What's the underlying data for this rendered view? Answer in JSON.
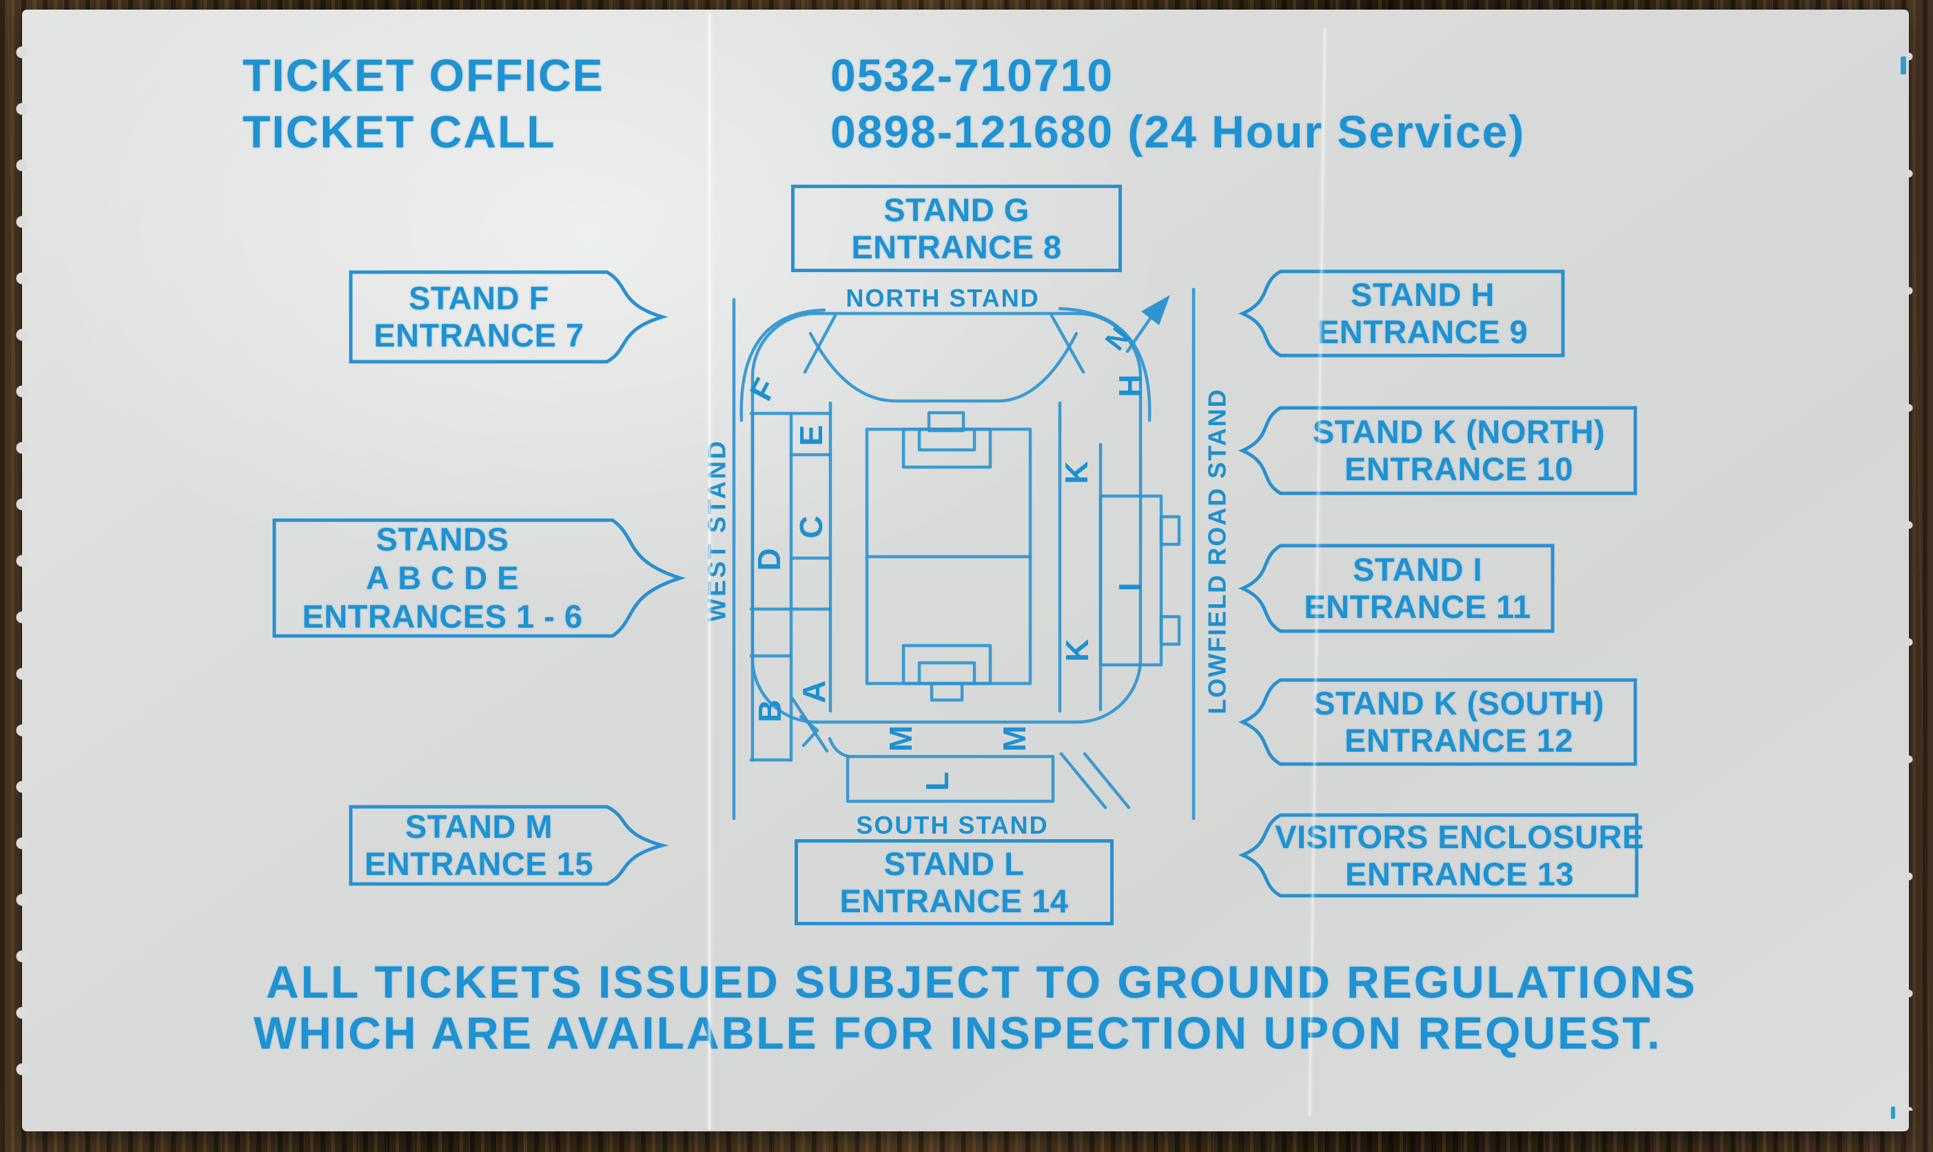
{
  "header": {
    "office_label": "TICKET OFFICE",
    "office_phone": "0532-710710",
    "call_label": "TICKET CALL",
    "call_phone": "0898-121680 (24 Hour Service)"
  },
  "labels": {
    "stand_g": {
      "lines": [
        "STAND G",
        "ENTRANCE 8"
      ]
    },
    "stand_f": {
      "lines": [
        "STAND F",
        "ENTRANCE 7"
      ]
    },
    "stands_abcde": {
      "lines": [
        "STANDS",
        "A B C D E",
        "ENTRANCES 1 - 6"
      ]
    },
    "stand_m": {
      "lines": [
        "STAND M",
        "ENTRANCE 15"
      ]
    },
    "stand_h": {
      "lines": [
        "STAND H",
        "ENTRANCE 9"
      ]
    },
    "stand_k_north": {
      "lines": [
        "STAND K (NORTH)",
        "ENTRANCE 10"
      ]
    },
    "stand_i": {
      "lines": [
        "STAND I",
        "ENTRANCE 11"
      ]
    },
    "stand_k_south": {
      "lines": [
        "STAND K (SOUTH)",
        "ENTRANCE 12"
      ]
    },
    "visitors": {
      "lines": [
        "VISITORS ENCLOSURE",
        "ENTRANCE 13"
      ]
    },
    "stand_l": {
      "lines": [
        "STAND L",
        "ENTRANCE 14"
      ]
    }
  },
  "map": {
    "north_stand": "NORTH STAND",
    "south_stand": "SOUTH STAND",
    "west_stand": "WEST STAND",
    "east_stand": "LOWFIELD ROAD STAND",
    "north_marker": "N",
    "sections": [
      "F",
      "E",
      "C",
      "D",
      "B",
      "A",
      "M",
      "M",
      "L",
      "H",
      "K",
      "K",
      "I"
    ]
  },
  "footer": {
    "line1": "ALL TICKETS ISSUED SUBJECT TO GROUND REGULATIONS",
    "line2": "WHICH ARE AVAILABLE FOR INSPECTION UPON REQUEST."
  },
  "colors": {
    "ink": "#1e92d2",
    "paper": "#dadcdb",
    "wood": "#3a2a18"
  }
}
